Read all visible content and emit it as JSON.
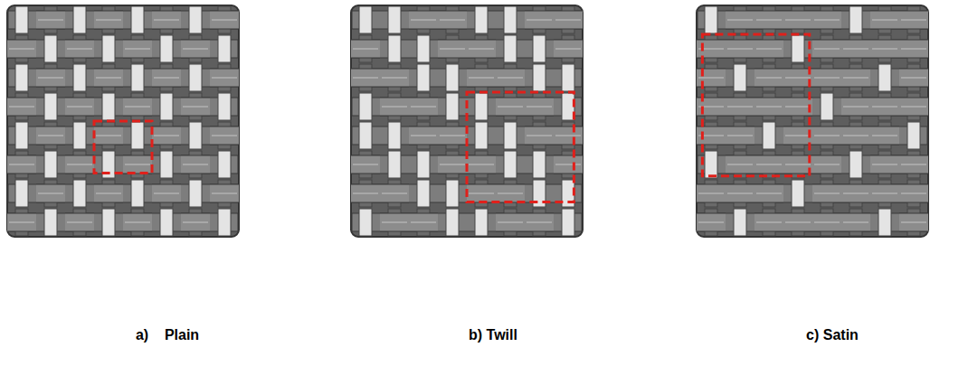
{
  "diagram": {
    "labels": [
      "a)    Plain",
      "b) Twill",
      "c) Satin"
    ]
  }
}
